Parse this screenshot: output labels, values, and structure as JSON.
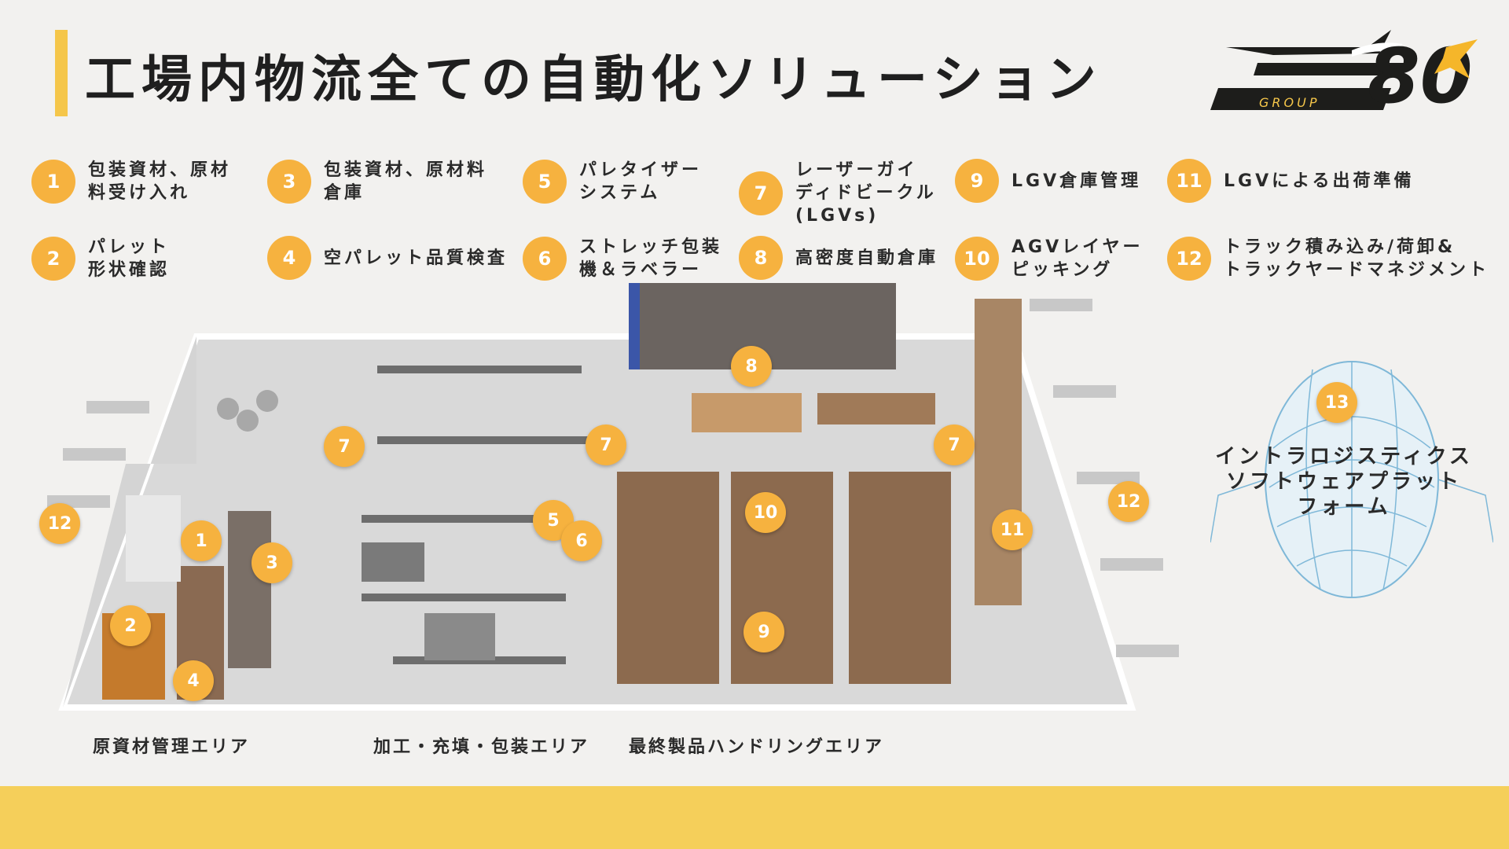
{
  "title": "工場内物流全ての自動化ソリューション",
  "logo": {
    "text": "80",
    "group_text": "GROUP"
  },
  "colors": {
    "accent": "#f6b23f",
    "accent_bar": "#f5c64a",
    "footer": "#f5cf5a",
    "head_lines": "#7fb8d8"
  },
  "legend": [
    {
      "num": "1",
      "label": "包装資材、原材\n料受け入れ"
    },
    {
      "num": "2",
      "label": "パレット\n形状確認"
    },
    {
      "num": "3",
      "label": "包装資材、原材料\n倉庫"
    },
    {
      "num": "4",
      "label": "空パレット品質検査"
    },
    {
      "num": "5",
      "label": "パレタイザー\nシステム"
    },
    {
      "num": "6",
      "label": "ストレッチ包装\n機＆ラベラー"
    },
    {
      "num": "7",
      "label": "レーザーガイ\nディドビークル\n(LGVs)"
    },
    {
      "num": "8",
      "label": "高密度自動倉庫"
    },
    {
      "num": "9",
      "label": "LGV倉庫管理"
    },
    {
      "num": "10",
      "label": "AGVレイヤー\nピッキング"
    },
    {
      "num": "11",
      "label": "LGVによる出荷準備"
    },
    {
      "num": "12",
      "label": "トラック積み込み/荷卸&\nトラックヤードマネジメント"
    }
  ],
  "map_markers": [
    "1",
    "2",
    "3",
    "4",
    "5",
    "6",
    "7",
    "7",
    "7",
    "8",
    "9",
    "10",
    "11",
    "12",
    "12",
    "13"
  ],
  "area_labels": [
    "原資材管理エリア",
    "加工・充填・包装エリア",
    "最終製品ハンドリングエリア"
  ],
  "software_platform": {
    "num": "13",
    "label": "イントラロジスティクス\nソフトウェアプラット\nフォーム"
  },
  "icons": [
    "warehouse-floor-illustration",
    "digital-head-illustration",
    "eagle-logo-icon"
  ]
}
